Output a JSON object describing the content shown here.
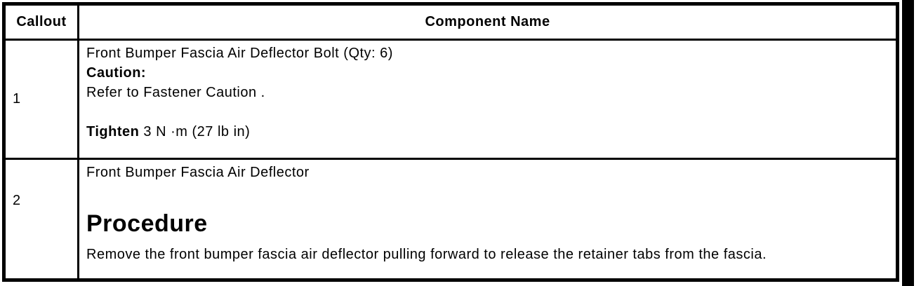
{
  "colors": {
    "ink": "#000000",
    "paper": "#ffffff"
  },
  "table": {
    "header": {
      "callout": "Callout",
      "component_name": "Component Name"
    },
    "rows": [
      {
        "callout": "1",
        "component": "Front Bumper Fascia Air Deflector Bolt (Qty: 6)",
        "caution_label": "Caution:",
        "caution_text": "Refer to Fastener Caution .",
        "tighten_label": "Tighten",
        "tighten_value": "3 N ·m (27 lb in)"
      },
      {
        "callout": "2",
        "component": "Front Bumper Fascia Air Deflector",
        "procedure_heading": "Procedure",
        "procedure_text": "Remove the front bumper fascia air deflector pulling forward to release the retainer tabs from the fascia."
      }
    ]
  }
}
